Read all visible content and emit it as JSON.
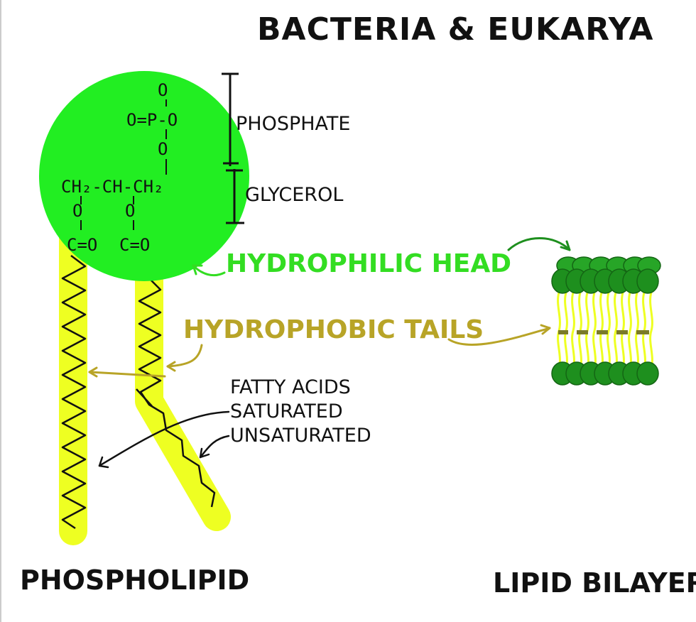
{
  "title": "BACTERIA & EUKARYA",
  "labels": {
    "phosphate": "PHOSPHATE",
    "glycerol": "GLYCEROL",
    "hydrophilic_head": "HYDROPHILIC HEAD",
    "hydrophobic_tails": "HYDROPHOBIC TAILS",
    "fatty_acids": "FATTY ACIDS",
    "saturated": "SATURATED",
    "unsaturated": "UNSATURATED",
    "phospholipid": "PHOSPHOLIPID",
    "lipid_bilayer": "LIPID BILAYER"
  },
  "structure": {
    "o_top": "O",
    "p_row": "O=P-O",
    "o_mid": "O",
    "glycerol_row": "CH₂-CH-CH₂",
    "o_left": "O",
    "o_right": "O",
    "c_left": "C=O",
    "c_right": "C=O"
  },
  "colors": {
    "head": "#22ee22",
    "head_label": "#33dd22",
    "tail": "#eeff22",
    "tail_label": "#b8a427",
    "bilayer_head": "#1e8f1e",
    "ink": "#111111"
  }
}
